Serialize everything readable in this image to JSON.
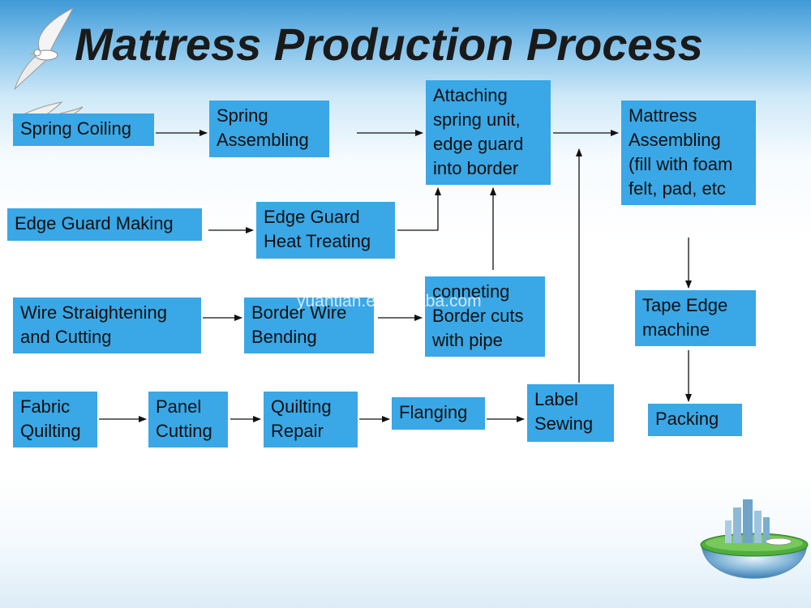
{
  "title": "Mattress Production Process",
  "watermark": "yuantian.en.alibaba.com",
  "colors": {
    "box": "#3aa7e6",
    "arrow": "#111111",
    "header": "#3f9ad6"
  },
  "steps": {
    "spring_coiling": [
      "Spring Coiling"
    ],
    "spring_assembling": [
      " Spring",
      "Assembling"
    ],
    "attaching": [
      "Attaching",
      "spring unit,",
      "edge guard",
      "into border"
    ],
    "mattress_assembling": [
      "Mattress",
      "Assembling",
      "(fill with foam",
      "felt, pad, etc"
    ],
    "edge_guard_making": [
      "Edge Guard Making"
    ],
    "edge_guard_heat": [
      "Edge Guard",
      "Heat Treating"
    ],
    "wire_straightening": [
      "Wire Straightening",
      "and Cutting"
    ],
    "border_wire": [
      "Border Wire",
      "Bending"
    ],
    "conneting": [
      "conneting",
      "Border cuts",
      "with pipe"
    ],
    "tape_edge": [
      "Tape Edge",
      "machine"
    ],
    "fabric_quilting": [
      "Fabric",
      "Quilting"
    ],
    "panel_cutting": [
      "Panel",
      "Cutting"
    ],
    "quilting_repair": [
      "Quilting",
      "Repair"
    ],
    "flanging": [
      "Flanging"
    ],
    "label_sewing": [
      "Label",
      "Sewing"
    ],
    "packing": [
      "Packing"
    ]
  },
  "icons": {
    "seagull": "seagull-icon",
    "globe": "city-globe-icon"
  }
}
